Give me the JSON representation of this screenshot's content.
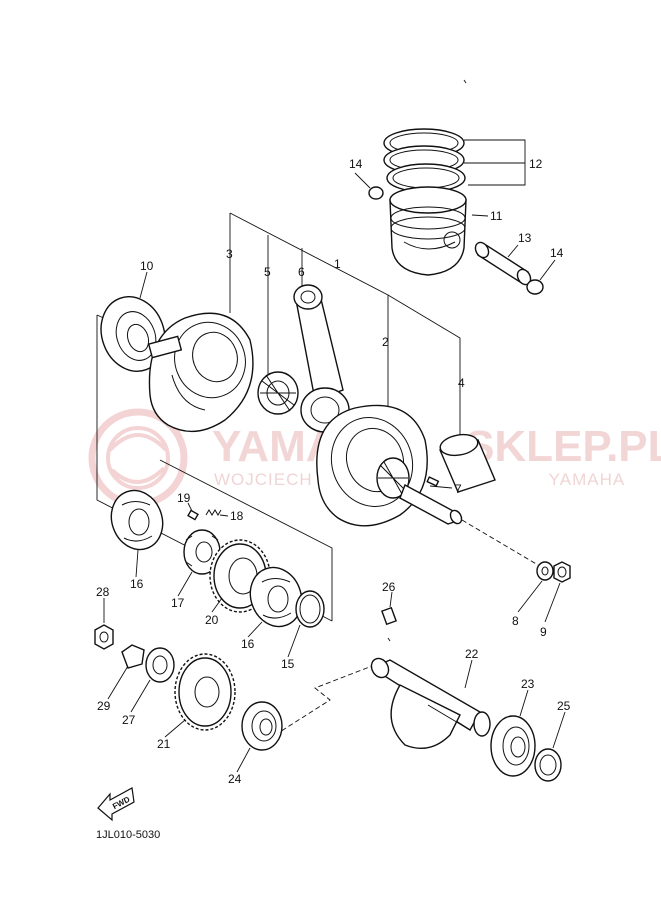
{
  "diagram_code": "1JL010-5030",
  "watermark": {
    "brand": "YAMAHA",
    "brand_rest": "SKLEP.PL",
    "owner_prefix": "WOJCIECH",
    "owner_suffix": "YAMAHA"
  },
  "fwd_label": "FWD",
  "parts": [
    {
      "no": "1"
    },
    {
      "no": "2"
    },
    {
      "no": "3"
    },
    {
      "no": "4"
    },
    {
      "no": "5"
    },
    {
      "no": "6"
    },
    {
      "no": "7"
    },
    {
      "no": "8"
    },
    {
      "no": "9"
    },
    {
      "no": "10"
    },
    {
      "no": "11"
    },
    {
      "no": "12"
    },
    {
      "no": "13"
    },
    {
      "no": "14"
    },
    {
      "no": "14"
    },
    {
      "no": "15"
    },
    {
      "no": "16"
    },
    {
      "no": "16"
    },
    {
      "no": "17"
    },
    {
      "no": "18"
    },
    {
      "no": "19"
    },
    {
      "no": "20"
    },
    {
      "no": "21"
    },
    {
      "no": "22"
    },
    {
      "no": "23"
    },
    {
      "no": "24"
    },
    {
      "no": "25"
    },
    {
      "no": "26"
    },
    {
      "no": "27"
    },
    {
      "no": "28"
    },
    {
      "no": "29"
    }
  ],
  "colors": {
    "ink": "#111111",
    "watermark": "#e9b3b3"
  }
}
